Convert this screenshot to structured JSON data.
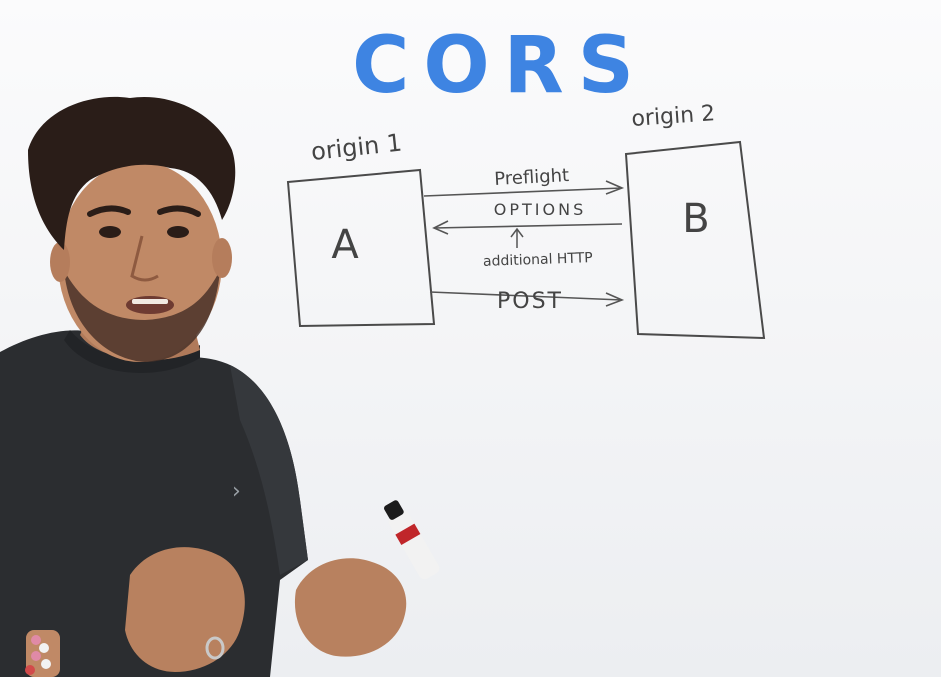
{
  "whiteboard": {
    "title": "CORS",
    "title_color": "#2f7be0",
    "labels": {
      "origin1": "origin 1",
      "origin2": "origin 2",
      "box_a": "A",
      "box_b": "B",
      "preflight": "Preflight",
      "options": "OPTIONS",
      "additional": "additional HTTP",
      "post": "POST"
    },
    "ink_color": "#444444"
  },
  "presenter": {
    "shirt_color": "#2b2d30",
    "marker_color": "#c0262a"
  }
}
